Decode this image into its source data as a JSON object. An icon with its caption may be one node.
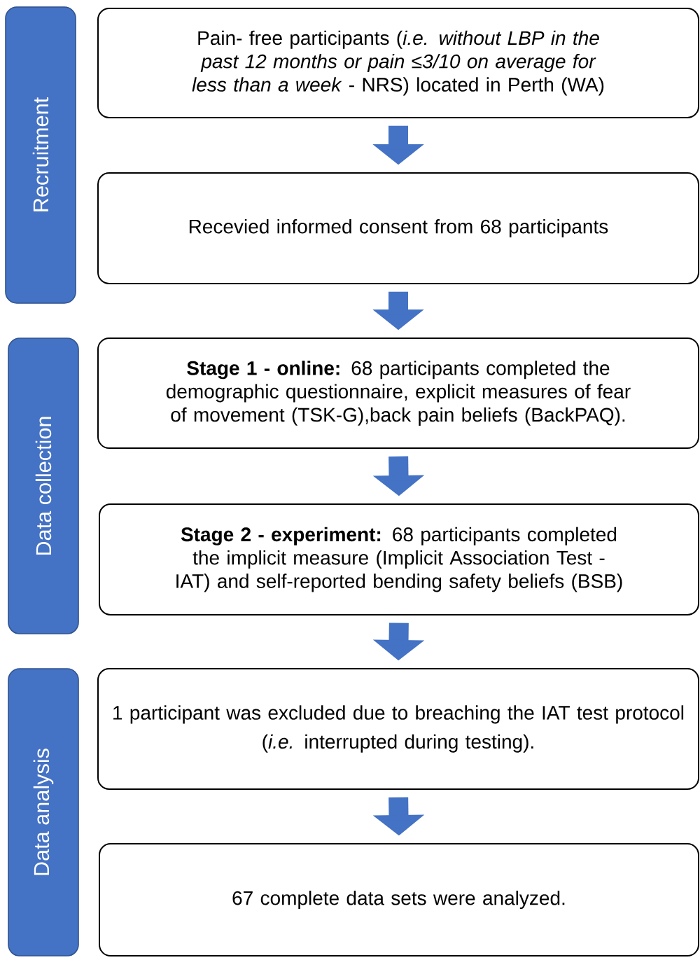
{
  "diagram": {
    "nodes": [
      {
        "text": [
          "Recruitment"
        ]
      },
      {
        "text": [
          "Pain- free participants (*i.e. without LBP in the past 12 months or pain ≤3/10 on average for less than a week* - NRS) located in Perth (WA)"
        ]
      },
      {
        "text": [
          "Recevied informed consent from 68 participants"
        ]
      },
      {
        "text": [
          "Data collection"
        ]
      },
      {
        "text": [
          "**Stage 1 - online:** 68 participants completed the demographic questionnaire, explicit measures of fear of movement (TSK-G),back pain beliefs (BackPAQ)."
        ]
      },
      {
        "text": [
          "**Stage 2 - experiment:** 68 participants completed the implicit measure (Implicit Association Test - IAT) and self-reported bending safety beliefs (BSB)"
        ]
      },
      {
        "text": [
          "Data analysis"
        ]
      },
      {
        "text": [
          "1 participant was excluded due to breaching the IAT test protocol",
          "(*i.e.* interrupted during testing)."
        ]
      },
      {
        "text": [
          "67 complete data sets were analyzed."
        ]
      }
    ],
    "edges": [
      {
        "from": 1,
        "to": 2,
        "arrow": "to"
      },
      {
        "from": 2,
        "to": 4,
        "arrow": "to"
      },
      {
        "from": 4,
        "to": 5,
        "arrow": "to"
      },
      {
        "from": 5,
        "to": 7,
        "arrow": "to"
      },
      {
        "from": 7,
        "to": 8,
        "arrow": "to"
      }
    ]
  }
}
